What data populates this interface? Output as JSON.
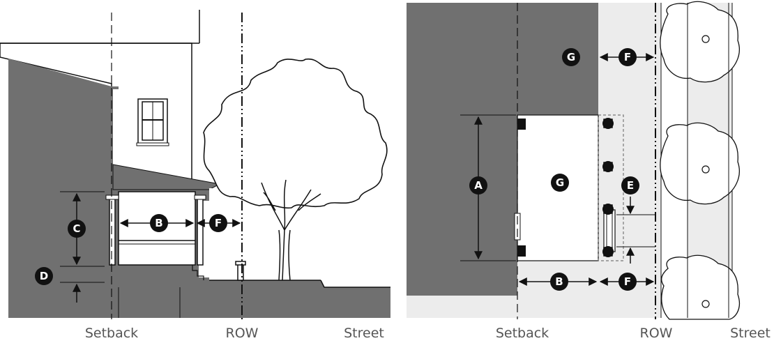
{
  "elevation": {
    "labels": {
      "setback": "Setback",
      "row": "ROW",
      "street": "Street"
    },
    "markers": {
      "c": "C",
      "b": "B",
      "f": "F",
      "d": "D"
    }
  },
  "plan": {
    "labels": {
      "setback": "Setback",
      "row": "ROW",
      "street": "Street"
    },
    "markers": {
      "g_top": "G",
      "f_top": "F",
      "a": "A",
      "g_mid": "G",
      "e": "E",
      "b": "B",
      "f_bottom": "F"
    }
  },
  "colors": {
    "building": "#707070",
    "sidewalk": "#ececec",
    "ink": "#111111",
    "label": "#555555"
  }
}
